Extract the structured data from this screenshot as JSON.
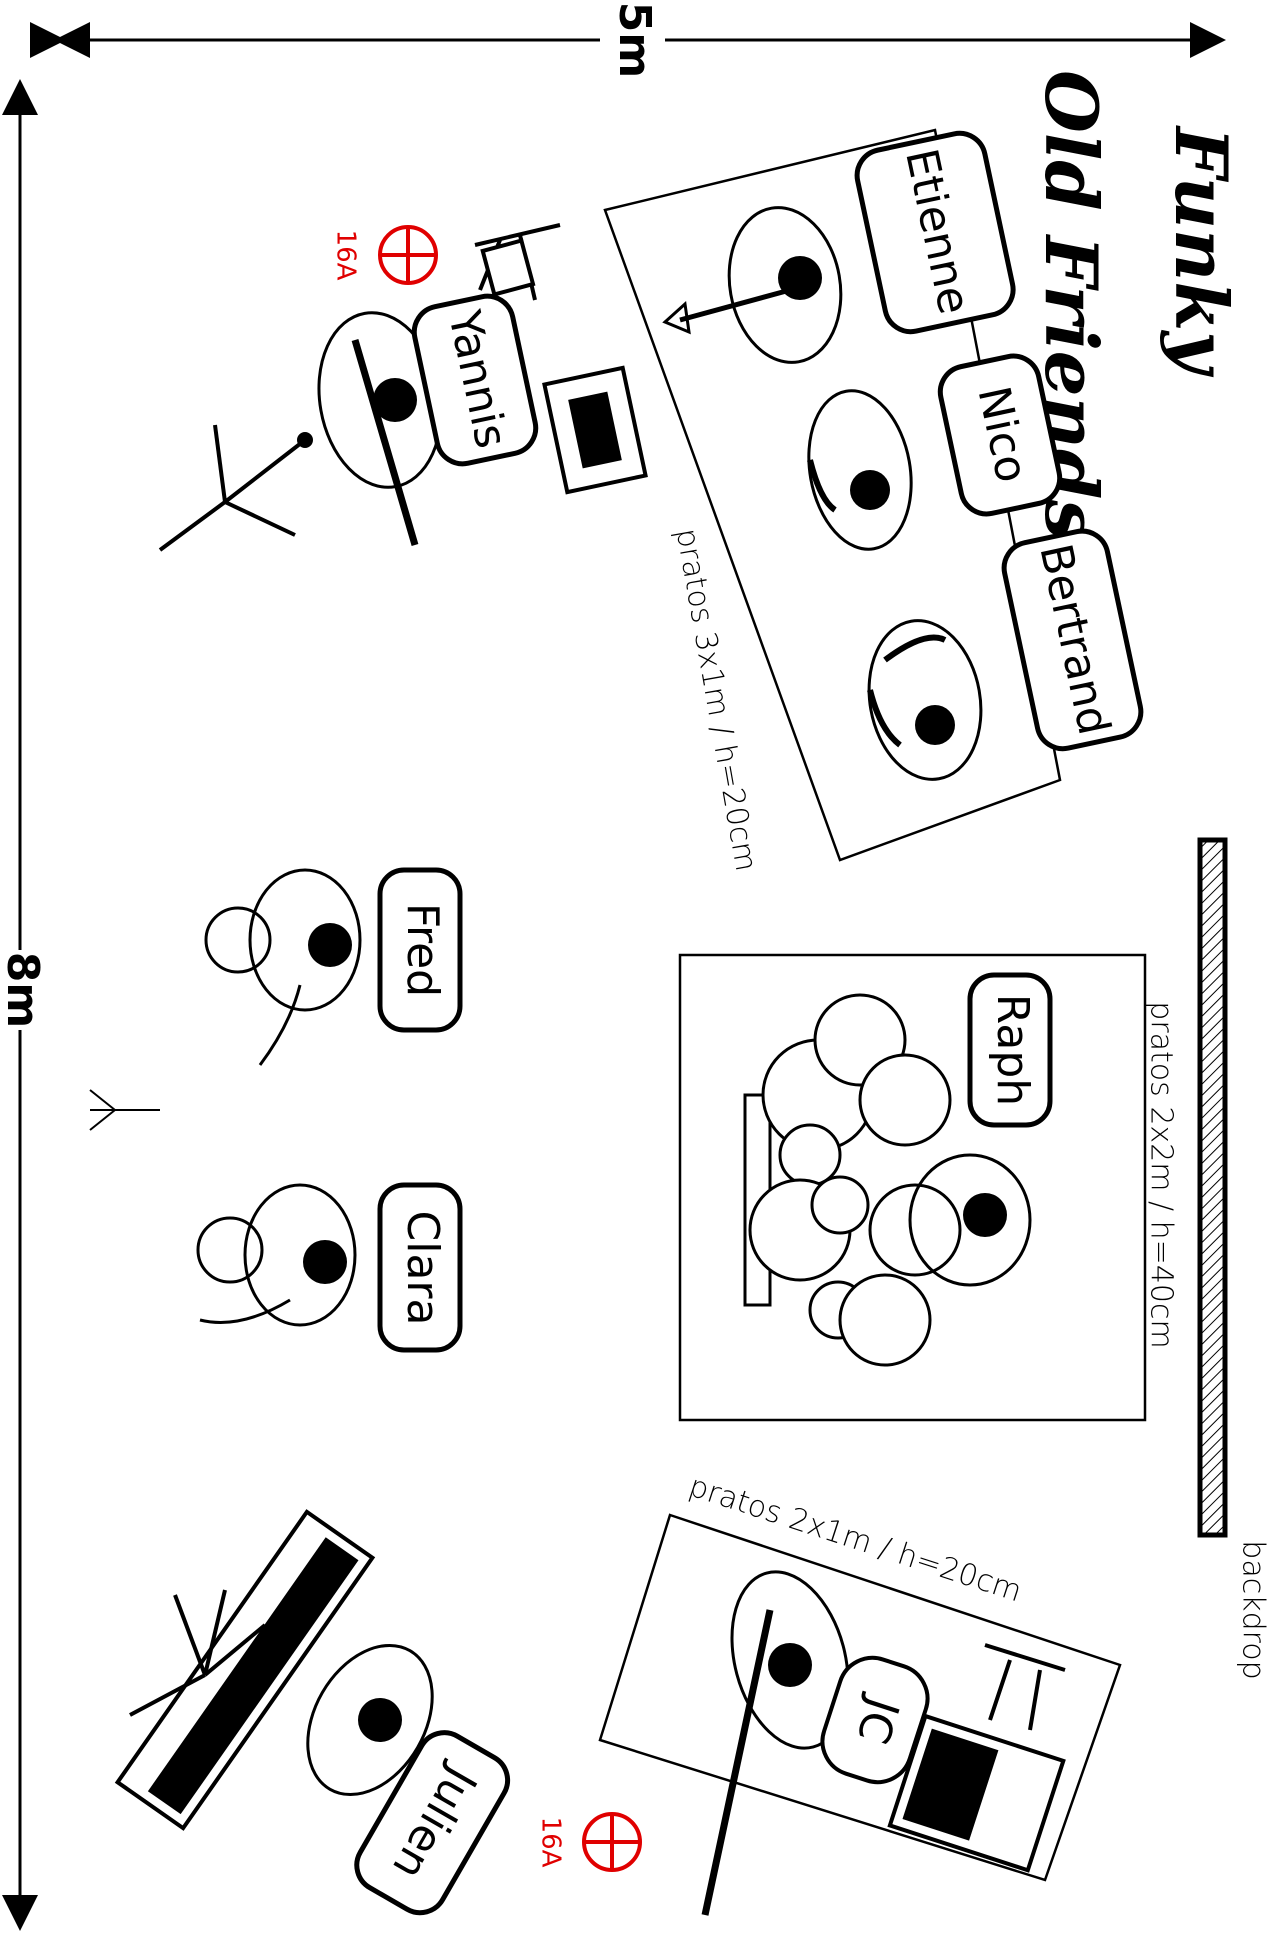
{
  "title": {
    "line1": "Funky",
    "line2": "Old Friends"
  },
  "dimensions": {
    "width": "5m",
    "length": "8m"
  },
  "musicians": {
    "etienne": "Etienne",
    "nico": "Nico",
    "bertrand": "Bertrand",
    "yannis": "Yannis",
    "fred": "Fred",
    "clara": "Clara",
    "raph": "Raph",
    "jc": "JC",
    "julien": "Julien"
  },
  "risers": {
    "horns": "pratos 3x1m / h=20cm",
    "drums": "pratos 2x2m / h=40cm",
    "bass": "pratos 2x1m / h=20cm"
  },
  "backdrop": "backdrop",
  "power": {
    "top": "16A",
    "bottom": "16A"
  },
  "colors": {
    "power": "#e00000",
    "ink": "#000000"
  }
}
